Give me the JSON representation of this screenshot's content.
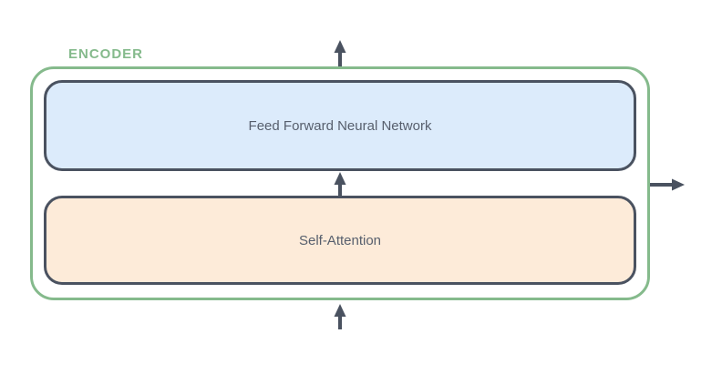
{
  "diagram": {
    "title": "ENCODER",
    "blocks": [
      {
        "id": "feed-forward",
        "label": "Feed Forward Neural Network",
        "fill": "#dcebfb"
      },
      {
        "id": "self-attention",
        "label": "Self-Attention",
        "fill": "#fdebd9"
      }
    ],
    "arrows": [
      {
        "name": "input-arrow-bottom",
        "direction": "up",
        "description": "input entering encoder from below"
      },
      {
        "name": "inter-block-arrow",
        "direction": "up",
        "description": "flow from Self-Attention to Feed Forward Neural Network"
      },
      {
        "name": "output-arrow-top",
        "direction": "up",
        "description": "output leaving encoder upward"
      },
      {
        "name": "output-arrow-right",
        "direction": "right",
        "description": "output leaving encoder to the right"
      }
    ],
    "colors": {
      "encoder_border": "#85ba8c",
      "encoder_label": "#85ba8c",
      "block_border": "#4a5260",
      "block_text": "#575f6d",
      "arrow": "#4a5260",
      "feed_forward_fill": "#dcebfb",
      "self_attention_fill": "#fdebd9",
      "background": "#ffffff"
    }
  }
}
